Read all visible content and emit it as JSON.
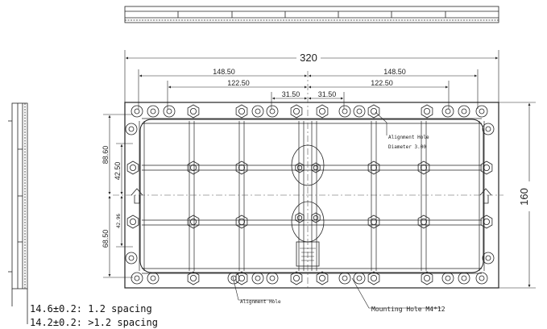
{
  "dimensions": {
    "width": "320",
    "height": "160",
    "left_outer": "148.50",
    "right_outer": "148.50",
    "left_inner": "122.50",
    "right_inner": "122.50",
    "center_left": "31.50",
    "center_right": "31.50",
    "vertical_top": "88.60",
    "vertical_mid": "42.50",
    "vertical_small": "42.96",
    "vertical_bottom": "68.50"
  },
  "callouts": {
    "alignment_hole_top": "Alignment Hole",
    "alignment_hole_diameter": "Diameter 3.00",
    "alignment_hole_bottom": "Alignment Hole",
    "mounting_hole": "Mounting Hole M4*12"
  },
  "specs": {
    "line1": "14.6±0.2: 1.2 spacing",
    "line2": "14.2±0.2:  >1.2 spacing"
  },
  "colors": {
    "line": "#222222",
    "dash": "#555555"
  }
}
